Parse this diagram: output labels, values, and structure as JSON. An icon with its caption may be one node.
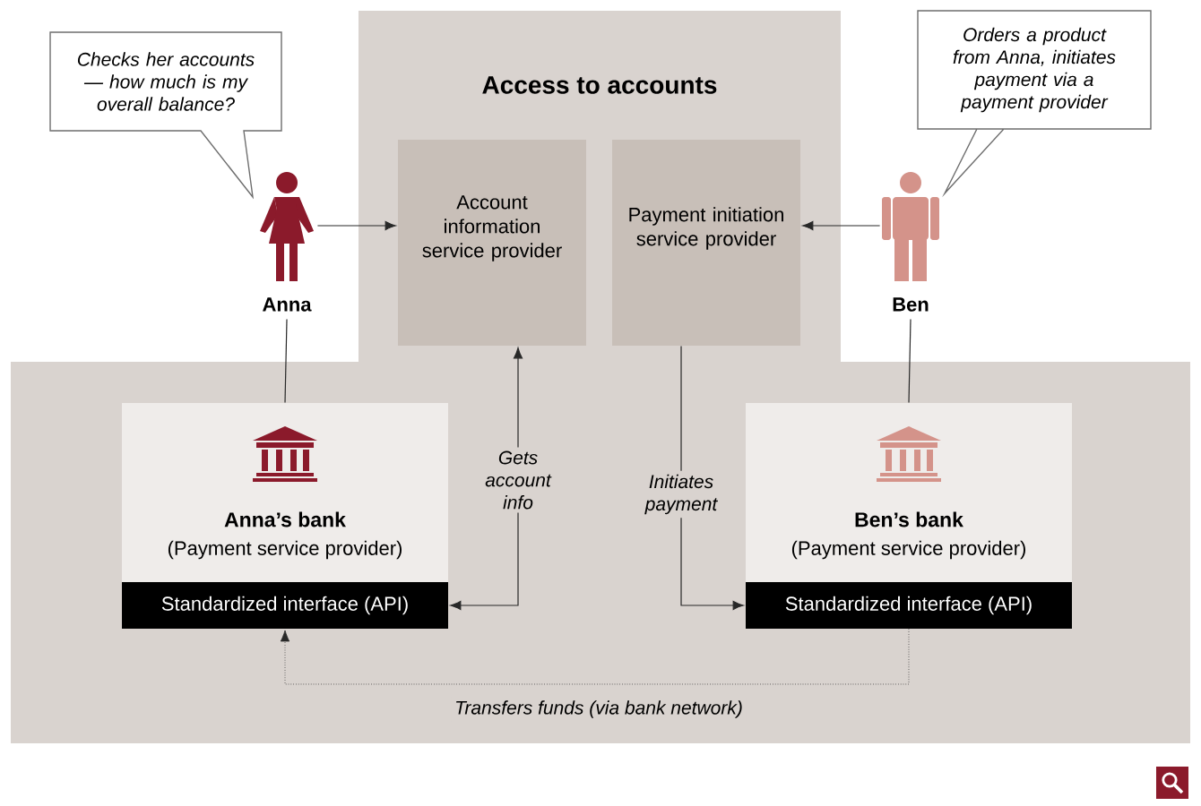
{
  "diagram": {
    "nodes": [
      {
        "text": [
          "Access to accounts"
        ]
      },
      {
        "text": [
          "Account information service provider"
        ],
        "in": 0
      },
      {
        "text": [
          "Payment initiation service provider"
        ],
        "in": 0
      },
      {
        "text": [
          "Checks her accounts — how much is my overall balance?"
        ]
      },
      {
        "text": [],
        "shape": "person",
        "beside": [
          "Anna"
        ]
      },
      {
        "text": [
          "Orders a product from Anna, initiates payment via a payment provider"
        ]
      },
      {
        "text": [],
        "shape": "person",
        "beside": [
          "Ben"
        ]
      },
      {
        "text": [
          "Anna’s bank",
          "(Payment service provider)"
        ]
      },
      {
        "text": [
          "Standardized interface (API)"
        ]
      },
      {
        "text": [
          "Ben’s bank",
          "(Payment service provider)"
        ]
      },
      {
        "text": [
          "Standardized interface (API)"
        ]
      }
    ],
    "edges": [
      {
        "from": 4,
        "to": 1,
        "arrow": "to"
      },
      {
        "from": 6,
        "to": 2,
        "arrow": "to"
      },
      {
        "from": 4,
        "to": 7,
        "arrow": "none"
      },
      {
        "from": 6,
        "to": 9,
        "arrow": "none"
      },
      {
        "from": 8,
        "to": 1,
        "arrow": "both",
        "label": "Gets account info"
      },
      {
        "from": 2,
        "to": 10,
        "arrow": "to",
        "label": "Initiates payment"
      },
      {
        "from": 10,
        "to": 8,
        "arrow": "to",
        "label": "Transfers funds (via bank network)",
        "style": "dashed"
      }
    ]
  }
}
